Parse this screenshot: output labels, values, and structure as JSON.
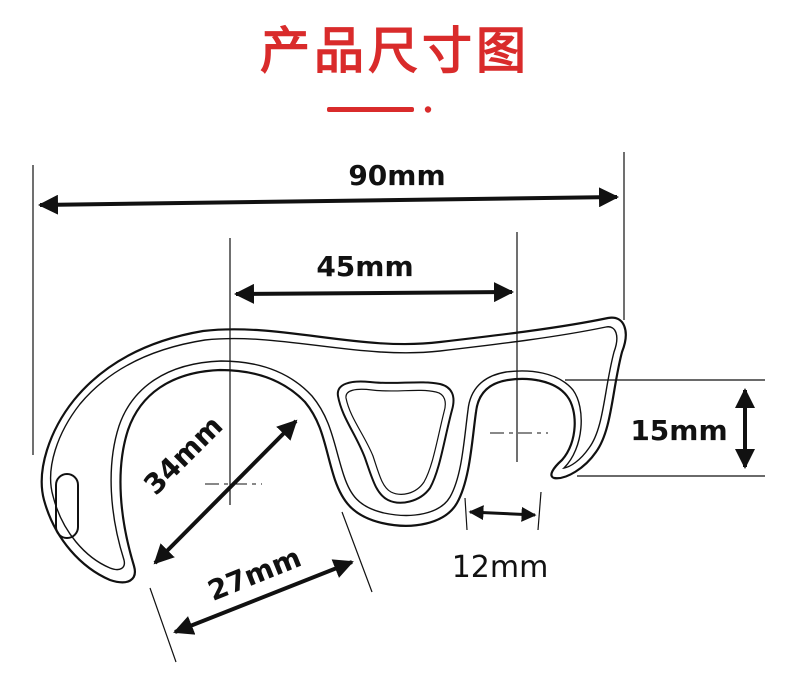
{
  "title": "产品尺寸图",
  "colors": {
    "accent": "#d92b2b",
    "line": "#111111"
  },
  "dimensions": {
    "overall_width": "90mm",
    "inner_span": "45mm",
    "left_hook_diameter": "34mm",
    "left_hook_opening": "27mm",
    "right_slot_height": "15mm",
    "right_slot_width": "12mm"
  }
}
